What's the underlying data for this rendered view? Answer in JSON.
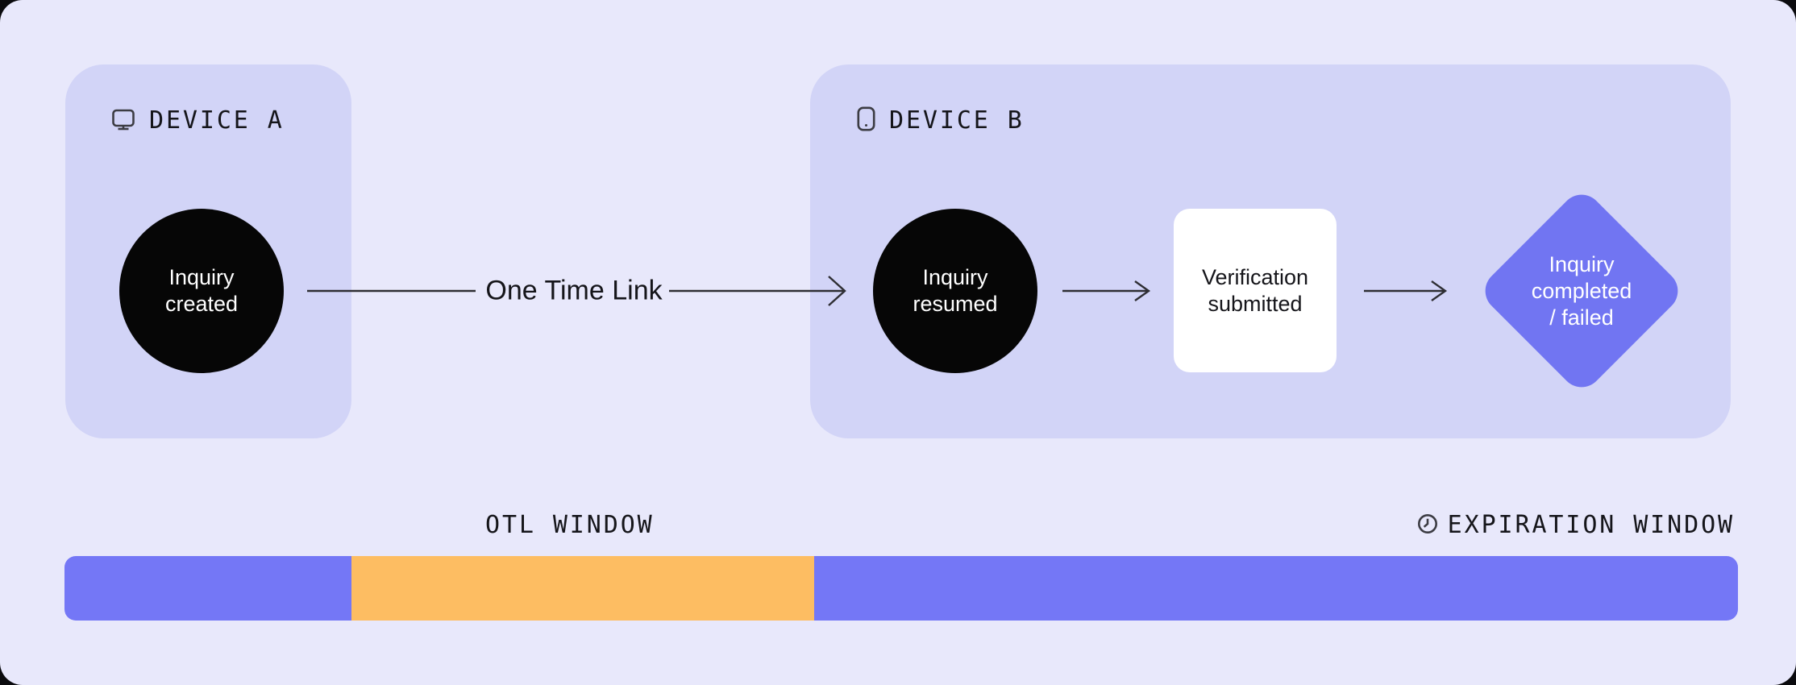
{
  "colors": {
    "outside_bg": "#0B0B0E",
    "canvas_bg": "#E8E8FB",
    "card_bg": "#D2D4F7",
    "node_black": "#060606",
    "node_white": "#FFFFFF",
    "diamond_purple": "#7175F2",
    "bar_purple": "#7477F6",
    "bar_orange": "#FDBD62",
    "text_dark": "#15151A",
    "text_on_dark": "#FFFFFF",
    "arrow_stroke": "#2E2E33",
    "icon_stroke": "#3C3C43"
  },
  "device_a": {
    "label": "DEVICE A",
    "icon": "desktop-monitor-icon",
    "node": {
      "lines": [
        "Inquiry",
        "created"
      ]
    }
  },
  "connector": {
    "label": "One Time Link"
  },
  "device_b": {
    "label": "DEVICE B",
    "icon": "mobile-phone-icon",
    "nodes": {
      "resumed": {
        "lines": [
          "Inquiry",
          "resumed"
        ]
      },
      "submitted": {
        "lines": [
          "Verification",
          "submitted"
        ]
      },
      "completed": {
        "lines": [
          "Inquiry",
          "completed",
          "/ failed"
        ]
      }
    }
  },
  "timeline": {
    "otl_label": "OTL WINDOW",
    "expiration_label": "EXPIRATION WINDOW",
    "expiration_icon": "clock-icon",
    "segments": [
      {
        "name": "pre-otl",
        "color": "#7477F6"
      },
      {
        "name": "otl-window",
        "color": "#FDBD62"
      },
      {
        "name": "expiration-window",
        "color": "#7477F6"
      }
    ]
  }
}
